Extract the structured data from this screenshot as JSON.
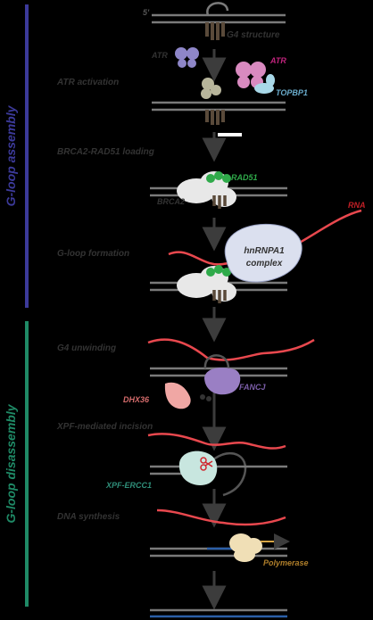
{
  "phases": {
    "assembly": "G-loop assembly",
    "disassembly": "G-loop disassembly"
  },
  "steps": {
    "g4": "G4 structure",
    "atr": "ATR activation",
    "loading": "BRCA2-RAD51 loading",
    "formation": "G-loop formation",
    "unwinding": "G4 unwinding",
    "xpf": "XPF-mediated incision",
    "dna_synthesis": "DNA synthesis"
  },
  "labels": {
    "five_prime": "5'",
    "atr": "ATR",
    "atr_red": "ATR",
    "topbp1": "TOPBP1",
    "rad51": "RAD51",
    "brca2": "BRCA2",
    "rna": "RNA",
    "hnrnpa1_line1": "hnRNPA1",
    "hnrnpa1_line2": "complex",
    "fancj": "FANCJ",
    "dhx36": "DHX36",
    "xpf": "XPF-ERCC1",
    "polymerase": "Polymerase"
  },
  "colors": {
    "assembly_bar": "#3c3a9a",
    "disassembly_bar": "#1f8a66",
    "dna": "#7a7a7a",
    "rna": "#e8484e",
    "g4_strand": "#5a4a3a",
    "atr": "#8e86c8",
    "atr_pink": "#d98ac0",
    "topbp1": "#a8d8e8",
    "rad51": "#2faa4a",
    "brca2_protein": "#e8e8e8",
    "hnrnpa1": "#dbe0ef",
    "fancj": "#9a7fc4",
    "dhx36": "#f0a7a4",
    "xpf": "#c8e6df",
    "polymerase": "#f0dfb6",
    "new_dna": "#2b5fa8",
    "arrow": "#3c3c3c"
  }
}
